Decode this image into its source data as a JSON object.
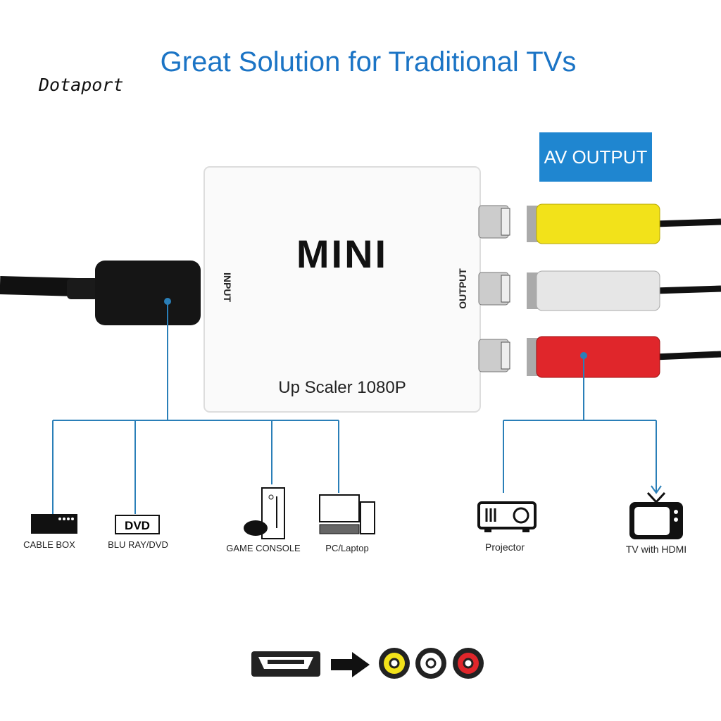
{
  "title": "Great Solution for Traditional TVs",
  "brand": "Dotaport",
  "av_output": "AV OUTPUT",
  "device": {
    "name": "MINI",
    "input_label": "INPUT",
    "output_label": "OUTPUT",
    "subtitle": "Up Scaler 1080P"
  },
  "sources": [
    {
      "label": "CABLE BOX",
      "icon": "cable-box-icon"
    },
    {
      "label": "BLU RAY/DVD",
      "icon": "dvd-icon",
      "icon_text": "DVD"
    },
    {
      "label": "GAME CONSOLE",
      "icon": "game-console-icon"
    },
    {
      "label": "PC/Laptop",
      "icon": "pc-icon"
    }
  ],
  "outputs": [
    {
      "label": "Projector",
      "icon": "projector-icon"
    },
    {
      "label": "TV with HDMI",
      "icon": "tv-icon"
    }
  ],
  "colors": {
    "accent": "#1b74c5",
    "yellow": "#f2e21a",
    "white": "#e6e6e6",
    "red": "#e0262b"
  }
}
